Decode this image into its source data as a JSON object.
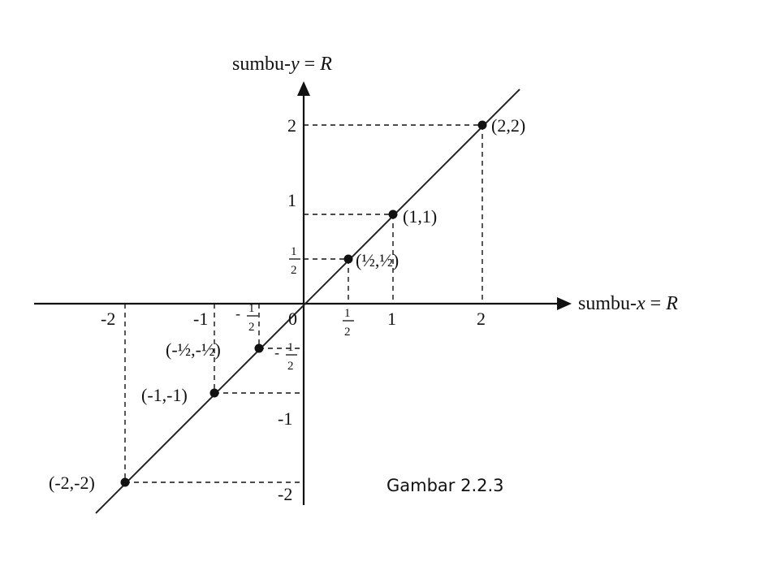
{
  "axes": {
    "x_label_prefix": "sumbu-",
    "x_label_var": "x",
    "x_label_eq": " = ",
    "x_label_set": "R",
    "y_label_prefix": "sumbu-",
    "y_label_var": "y",
    "y_label_eq": " = ",
    "y_label_set": "R"
  },
  "ticks": {
    "x": [
      {
        "label": "-2",
        "value": -2
      },
      {
        "label": "-1",
        "value": -1
      },
      {
        "label_num": "1",
        "label_den": "2",
        "sign": "-",
        "value": -0.5
      },
      {
        "label_num": "1",
        "label_den": "2",
        "value": 0.5
      },
      {
        "label": "1",
        "value": 1
      },
      {
        "label": "2",
        "value": 2
      }
    ],
    "y": [
      {
        "label": "2",
        "value": 2
      },
      {
        "label": "1",
        "value": 1
      },
      {
        "label_num": "1",
        "label_den": "2",
        "value": 0.5
      },
      {
        "label_num": "1",
        "label_den": "2",
        "sign": "-",
        "value": -0.5
      },
      {
        "label": "-1",
        "value": -1
      },
      {
        "label": "-2",
        "value": -2
      }
    ],
    "origin_label": "0"
  },
  "points": [
    {
      "x": 2,
      "y": 2,
      "label": "(2,2)"
    },
    {
      "x": 1,
      "y": 1,
      "label": "(1,1)"
    },
    {
      "x": 0.5,
      "y": 0.5,
      "label": "(½,½)"
    },
    {
      "x": -0.5,
      "y": -0.5,
      "label": "(-½,-½)"
    },
    {
      "x": -1,
      "y": -1,
      "label": "(-1,-1)"
    },
    {
      "x": -2,
      "y": -2,
      "label": "(-2,-2)"
    }
  ],
  "caption": "Gambar 2.2.3",
  "colors": {
    "ink": "#111111",
    "background": "#ffffff"
  }
}
